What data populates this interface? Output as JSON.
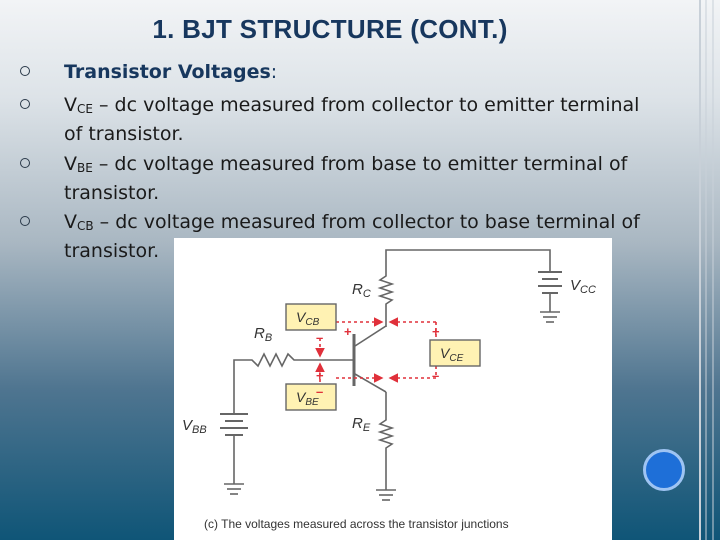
{
  "slide": {
    "title": "1. BJT STRUCTURE (CONT.)",
    "heading_main": "Transistor Voltages",
    "heading_colon": ":",
    "bullets": [
      {
        "sym": "V",
        "sub": "CE",
        "text": " – dc voltage measured from collector to emitter terminal",
        "cont": "of transistor."
      },
      {
        "sym": "V",
        "sub": "BE",
        "text": " – dc voltage measured from base to emitter terminal of",
        "cont": "transistor."
      },
      {
        "sym": "V",
        "sub": "CB",
        "text": " – dc voltage measured from collector to base terminal of",
        "cont": "transistor."
      }
    ]
  },
  "figure": {
    "caption": "(c) The voltages measured across the transistor junctions",
    "labels": {
      "vcc_main": "V",
      "vcc_sub": "CC",
      "rc_main": "R",
      "rc_sub": "C",
      "rb_main": "R",
      "rb_sub": "B",
      "re_main": "R",
      "re_sub": "E",
      "vbb_main": "V",
      "vbb_sub": "BB",
      "vcb_main": "V",
      "vcb_sub": "CB",
      "vce_main": "V",
      "vce_sub": "CE",
      "vbe_main": "V",
      "vbe_sub": "BE",
      "plus": "+",
      "minus": "–"
    },
    "colors": {
      "wire": "#666666",
      "label_box": "#fff2b3",
      "arrow": "#e0303a",
      "text": "#333333"
    }
  }
}
